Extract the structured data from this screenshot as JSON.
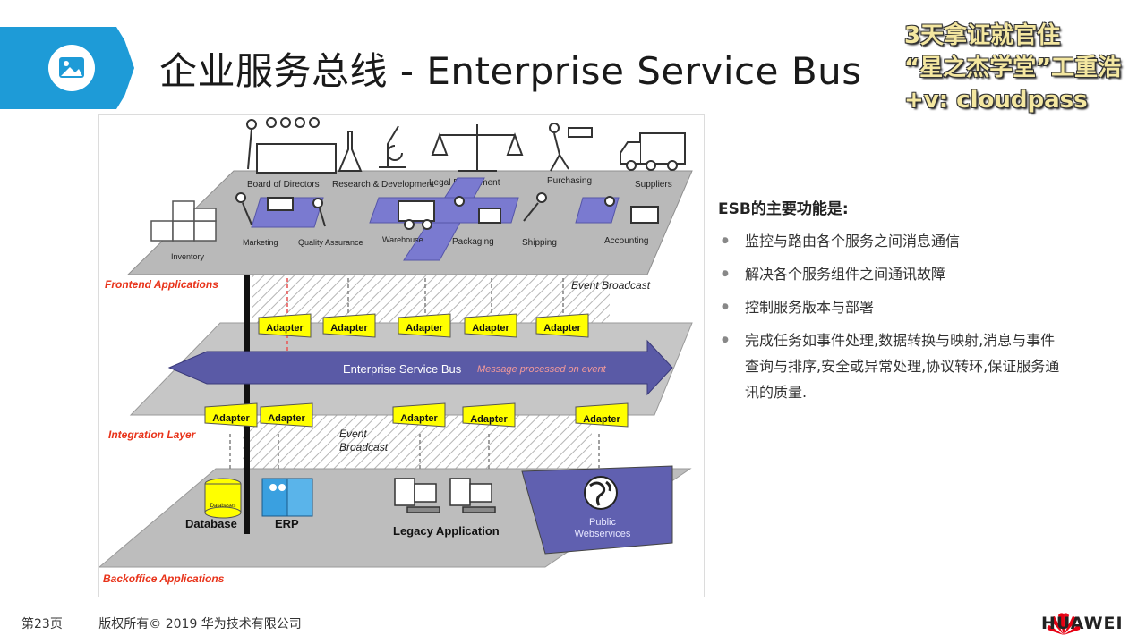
{
  "slide": {
    "title": "企业服务总线 - Enterprise Service Bus",
    "watermark": [
      "3天拿证就官住",
      "“星之杰学堂”工重浩",
      "+v: cloudpass"
    ],
    "page_number": "第23页",
    "copyright": "版权所有© 2019 华为技术有限公司",
    "brand": "HUAWEI"
  },
  "colors": {
    "accent": "#1e9bd7",
    "bus": "#5a5aa6",
    "adapter": "#ffff00",
    "layer_label": "#e8331a"
  },
  "diagram": {
    "top_labels": [
      "Board of Directors",
      "Research & Development",
      "Legal Department",
      "Purchasing",
      "Suppliers"
    ],
    "front_labels": [
      "Marketing",
      "Quality Assurance",
      "Warehouse",
      "Packaging",
      "Shipping",
      "Accounting"
    ],
    "inventory": "Inventory",
    "frontend": "Frontend Applications",
    "integration": "Integration Layer",
    "backoffice": "Backoffice Applications",
    "event_broadcast": "Event Broadcast",
    "event_broadcast_lines": [
      "Event",
      "Broadcast"
    ],
    "bus_label": "Enterprise Service Bus",
    "bus_message": "Message processed on event",
    "adapter": "Adapter",
    "db_label": "Database",
    "db_inner": "Databases",
    "erp": "ERP",
    "legacy": "Legacy Application",
    "public_ws": [
      "Public",
      "Webservices"
    ]
  },
  "panel": {
    "heading": "ESB的主要功能是:",
    "items": [
      "监控与路由各个服务之间消息通信",
      "解决各个服务组件之间通讯故障",
      "控制服务版本与部署",
      "完成任务如事件处理,数据转换与映射,消息与事件查询与排序,安全或异常处理,协议转环,保证服务通讯的质量."
    ]
  }
}
